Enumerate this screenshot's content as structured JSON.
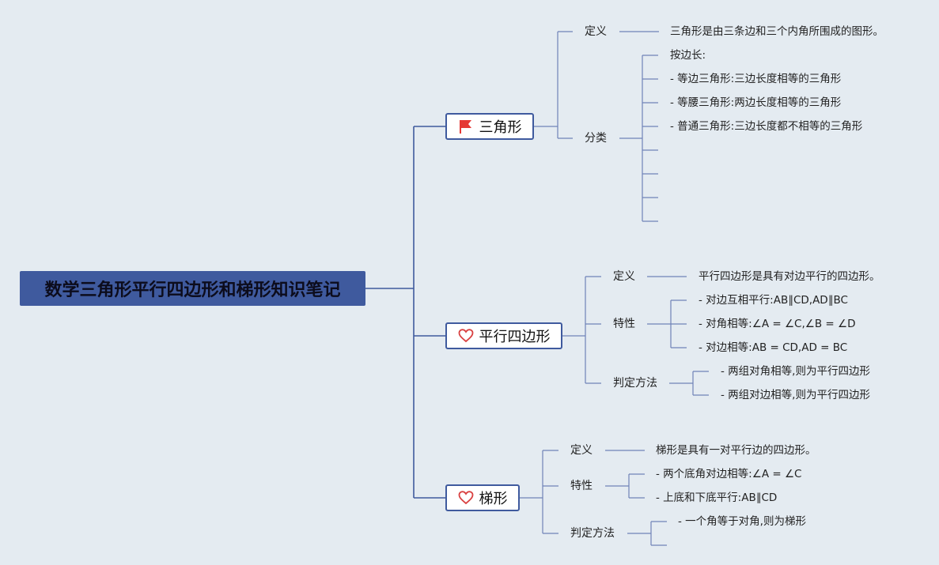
{
  "root": {
    "title": "数学三角形平行四边形和梯形知识笔记"
  },
  "triangle": {
    "title": "三角形",
    "icon": "red-flag-icon",
    "def_label": "定义",
    "def_text": "三角形是由三条边和三个内角所围成的图形。",
    "cls_label": "分类",
    "cls_items": [
      "按边长:",
      "- 等边三角形:三边长度相等的三角形",
      "- 等腰三角形:两边长度相等的三角形",
      "- 普通三角形:三边长度都不相等的三角形"
    ]
  },
  "parallelogram": {
    "title": "平行四边形",
    "icon": "heart-icon",
    "def_label": "定义",
    "def_text": "平行四边形是具有对边平行的四边形。",
    "prop_label": "特性",
    "props": [
      "- 对边互相平行:AB∥CD,AD∥BC",
      "- 对角相等:∠A = ∠C,∠B = ∠D",
      "- 对边相等:AB = CD,AD = BC"
    ],
    "judge_label": "判定方法",
    "judges": [
      "- 两组对角相等,则为平行四边形",
      "- 两组对边相等,则为平行四边形"
    ]
  },
  "trapezoid": {
    "title": "梯形",
    "icon": "heart-icon",
    "def_label": "定义",
    "def_text": "梯形是具有一对平行边的四边形。",
    "prop_label": "特性",
    "props": [
      "- 两个底角对边相等:∠A = ∠C",
      "- 上底和下底平行:AB∥CD"
    ],
    "judge_label": "判定方法",
    "judges": [
      "- 一个角等于对角,则为梯形"
    ]
  },
  "colors": {
    "line": "#3f5a9e",
    "thin_line": "#8ea0c8",
    "flag": "#e53935",
    "heart": "#d94141",
    "background": "#e4ebf1"
  }
}
